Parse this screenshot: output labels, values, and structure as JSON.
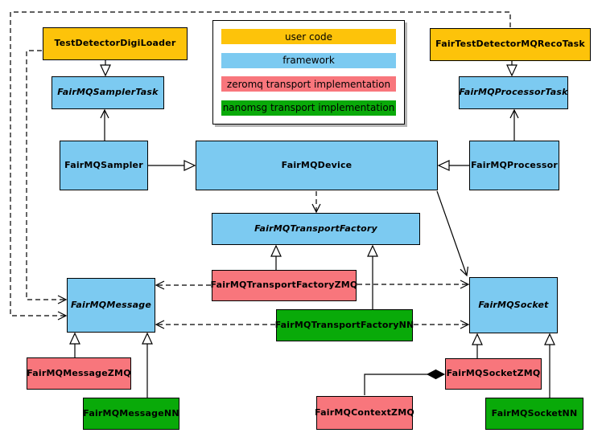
{
  "palette": {
    "user_code": "#fdc30a",
    "framework": "#7ccaf1",
    "zeromq": "#f8767c",
    "nanomsg": "#09aa09",
    "line": "#000000"
  },
  "legend": {
    "items": [
      {
        "label": "user code",
        "type": "user_code"
      },
      {
        "label": "framework",
        "type": "framework"
      },
      {
        "label": "zeromq transport implementation",
        "type": "zeromq"
      },
      {
        "label": "nanomsg transport implementation",
        "type": "nanomsg"
      }
    ]
  },
  "nodes": {
    "test_detector_digi_loader": {
      "label": "TestDetectorDigiLoader",
      "type": "user_code",
      "abstract": false
    },
    "fair_test_detector_mq_reco_task": {
      "label": "FairTestDetectorMQRecoTask",
      "type": "user_code",
      "abstract": false
    },
    "fairmq_sampler_task": {
      "label": "FairMQSamplerTask",
      "type": "framework",
      "abstract": true
    },
    "fairmq_processor_task": {
      "label": "FairMQProcessorTask",
      "type": "framework",
      "abstract": true
    },
    "fairmq_sampler": {
      "label": "FairMQSampler",
      "type": "framework",
      "abstract": false
    },
    "fairmq_device": {
      "label": "FairMQDevice",
      "type": "framework",
      "abstract": false
    },
    "fairmq_processor": {
      "label": "FairMQProcessor",
      "type": "framework",
      "abstract": false
    },
    "fairmq_transport_factory": {
      "label": "FairMQTransportFactory",
      "type": "framework",
      "abstract": true
    },
    "fairmq_transport_factory_zmq": {
      "label": "FairMQTransportFactoryZMQ",
      "type": "zeromq",
      "abstract": false
    },
    "fairmq_transport_factory_nn": {
      "label": "FairMQTransportFactoryNN",
      "type": "nanomsg",
      "abstract": false
    },
    "fairmq_message": {
      "label": "FairMQMessage",
      "type": "framework",
      "abstract": true
    },
    "fairmq_socket": {
      "label": "FairMQSocket",
      "type": "framework",
      "abstract": true
    },
    "fairmq_message_zmq": {
      "label": "FairMQMessageZMQ",
      "type": "zeromq",
      "abstract": false
    },
    "fairmq_message_nn": {
      "label": "FairMQMessageNN",
      "type": "nanomsg",
      "abstract": false
    },
    "fairmq_socket_zmq": {
      "label": "FairMQSocketZMQ",
      "type": "zeromq",
      "abstract": false
    },
    "fairmq_socket_nn": {
      "label": "FairMQSocketNN",
      "type": "nanomsg",
      "abstract": false
    },
    "fairmq_context_zmq": {
      "label": "FairMQContextZMQ",
      "type": "zeromq",
      "abstract": false
    }
  }
}
